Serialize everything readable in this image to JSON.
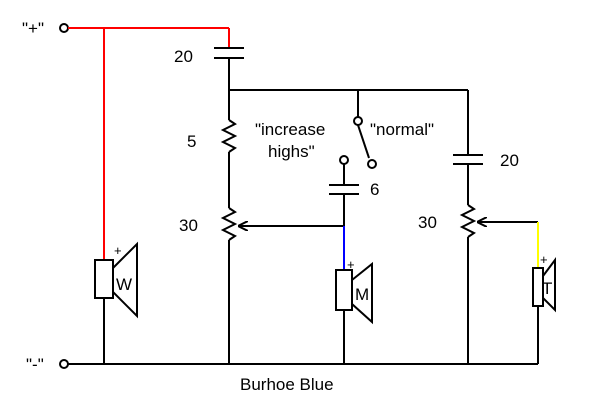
{
  "terminals": {
    "positive": "\"+\"",
    "negative": "\"-\""
  },
  "capacitors": {
    "input": "20",
    "treble_switch": "6",
    "tweeter": "20"
  },
  "resistors": {
    "series": "5",
    "midrange_pot": "30",
    "tweeter_pot": "30"
  },
  "switch": {
    "increase_line1": "\"increase",
    "increase_line2": "highs\"",
    "normal": "\"normal\""
  },
  "speakers": {
    "woofer": "W",
    "midrange": "M",
    "tweeter": "T",
    "polarity": "+"
  },
  "caption": "Burhoe Blue",
  "colors": {
    "positive_wire": "#ff0000",
    "midrange_wire": "#0000ff",
    "tweeter_wire": "#ffff00",
    "wire": "#000000"
  }
}
